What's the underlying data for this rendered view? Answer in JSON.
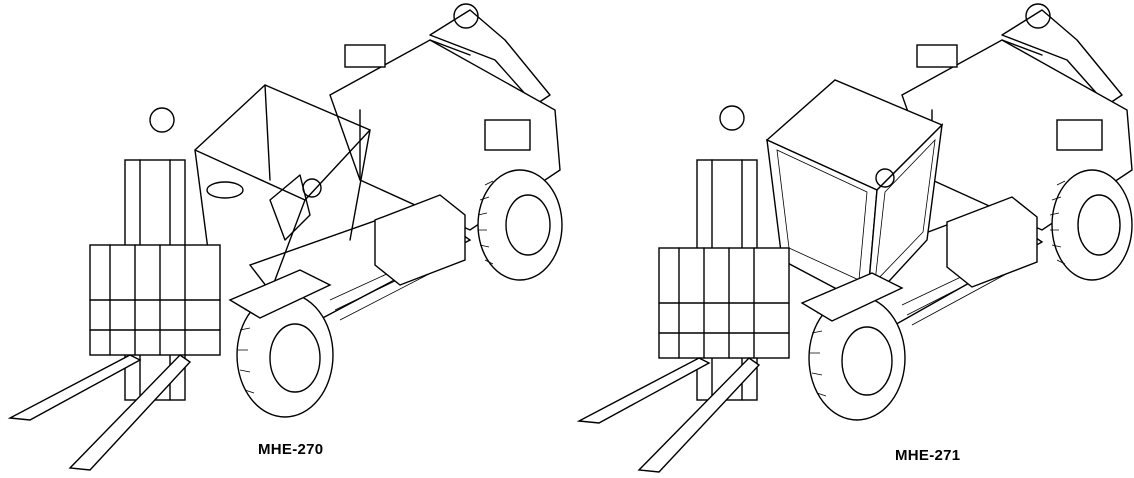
{
  "figures": [
    {
      "label": "MHE-270",
      "variant": "open-canopy"
    },
    {
      "label": "MHE-271",
      "variant": "enclosed-cab"
    }
  ]
}
